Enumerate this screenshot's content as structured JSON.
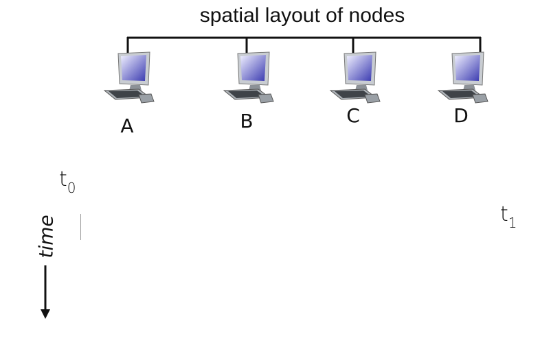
{
  "diagram": {
    "title": "spatial layout of nodes",
    "nodes": [
      {
        "label": "A",
        "icon": "desktop-computer-icon"
      },
      {
        "label": "B",
        "icon": "desktop-computer-icon"
      },
      {
        "label": "C",
        "icon": "desktop-computer-icon"
      },
      {
        "label": "D",
        "icon": "desktop-computer-icon"
      }
    ],
    "time_axis": {
      "label": "time",
      "t0": {
        "base": "t",
        "sub": "0"
      },
      "t1": {
        "base": "t",
        "sub": "1"
      }
    },
    "colors": {
      "line": "#111111",
      "screen_light": "#f0f0ff",
      "screen_dark": "#3a3ab0",
      "computer_gray": "#9aa0a6",
      "tick": "#9a9a9a"
    }
  }
}
